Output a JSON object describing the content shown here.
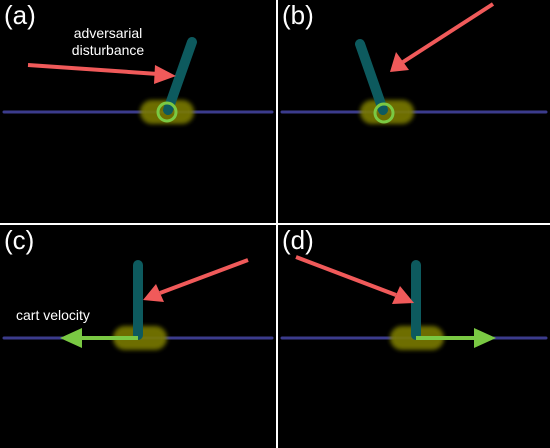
{
  "panels": [
    {
      "label": "(a)"
    },
    {
      "label": "(b)"
    },
    {
      "label": "(c)"
    },
    {
      "label": "(d)"
    }
  ],
  "annotations": {
    "disturbance_line1": "adversarial",
    "disturbance_line2": "disturbance",
    "velocity": "cart velocity"
  },
  "colors": {
    "background": "#000000",
    "track": "#3b3b8c",
    "cart": "#7a7a00",
    "pole": "#0d5a5e",
    "disturbance_arrow": "#f05a5a",
    "velocity_arrow": "#7ac943",
    "pivot_ring": "#7ac943"
  }
}
